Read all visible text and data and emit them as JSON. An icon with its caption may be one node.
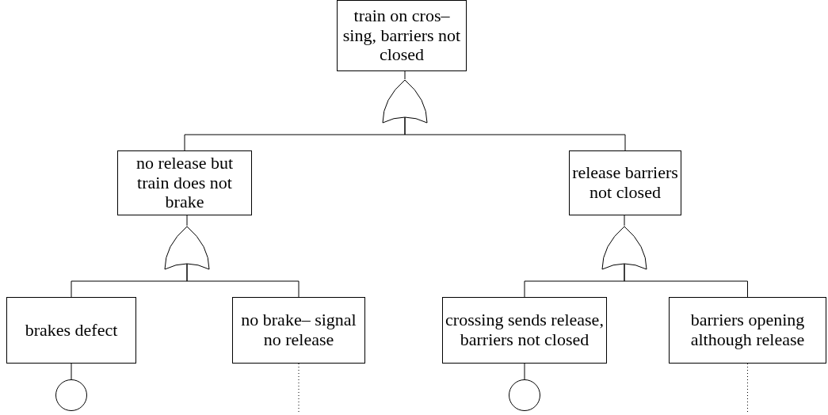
{
  "diagram": {
    "nodes": [
      {
        "text": [
          "train on cros– sing, barriers not closed"
        ]
      },
      {
        "text": [],
        "shape": "or-gate"
      },
      {
        "text": [
          "no release but train does not brake"
        ]
      },
      {
        "text": [
          "release barriers not closed"
        ]
      },
      {
        "text": [],
        "shape": "or-gate"
      },
      {
        "text": [],
        "shape": "or-gate"
      },
      {
        "text": [
          "brakes defect"
        ]
      },
      {
        "text": [
          "no brake– signal no release"
        ]
      },
      {
        "text": [
          "crossing sends release, barriers not closed"
        ]
      },
      {
        "text": [
          "barriers opening although release"
        ]
      },
      {
        "text": [],
        "shape": "circle"
      },
      {
        "text": [],
        "shape": "circle"
      }
    ],
    "edges": [
      {
        "from": 0,
        "to": 1,
        "arrow": "none"
      },
      {
        "from": 1,
        "to": 2,
        "arrow": "none"
      },
      {
        "from": 1,
        "to": 3,
        "arrow": "none"
      },
      {
        "from": 2,
        "to": 4,
        "arrow": "none"
      },
      {
        "from": 3,
        "to": 5,
        "arrow": "none"
      },
      {
        "from": 4,
        "to": 6,
        "arrow": "none"
      },
      {
        "from": 4,
        "to": 7,
        "arrow": "none"
      },
      {
        "from": 5,
        "to": 8,
        "arrow": "none"
      },
      {
        "from": 5,
        "to": 9,
        "arrow": "none"
      },
      {
        "from": 6,
        "to": 10,
        "arrow": "none"
      },
      {
        "from": 8,
        "to": 11,
        "arrow": "none"
      },
      {
        "from": 7,
        "to": null,
        "arrow": "none",
        "style": "dashed"
      },
      {
        "from": 9,
        "to": null,
        "arrow": "none",
        "style": "dashed"
      }
    ]
  }
}
